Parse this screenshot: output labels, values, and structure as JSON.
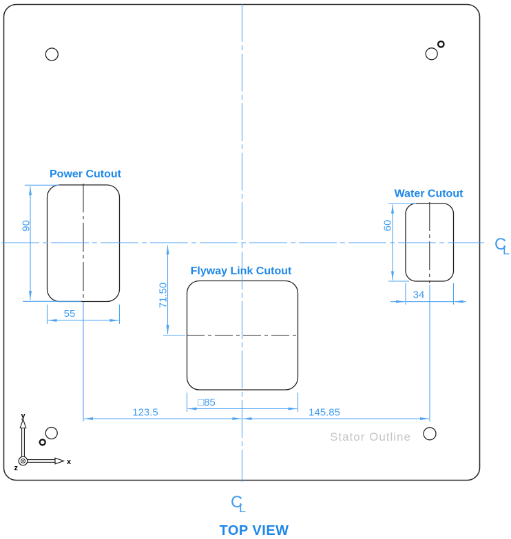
{
  "title": "TOP VIEW",
  "labels": {
    "power_cutout": "Power Cutout",
    "flyway_cutout": "Flyway Link Cutout",
    "water_cutout": "Water Cutout",
    "stator_outline": "Stator Outline"
  },
  "dims": {
    "power_height": "90",
    "power_width": "55",
    "flyway_offset_y": "71.50",
    "flyway_size": "□85",
    "power_to_center": "123.5",
    "center_to_water": "145.85",
    "water_height": "60",
    "water_width": "34"
  },
  "symbols": {
    "centerline_c": "C",
    "centerline_l": "L"
  },
  "axes": {
    "x": "x",
    "y": "y",
    "z": "z"
  },
  "colors": {
    "annotation_blue": "#1e87e9",
    "dimension_blue": "#4da3f2",
    "outline_gray": "#c5c5c5",
    "line_black": "#222222"
  }
}
